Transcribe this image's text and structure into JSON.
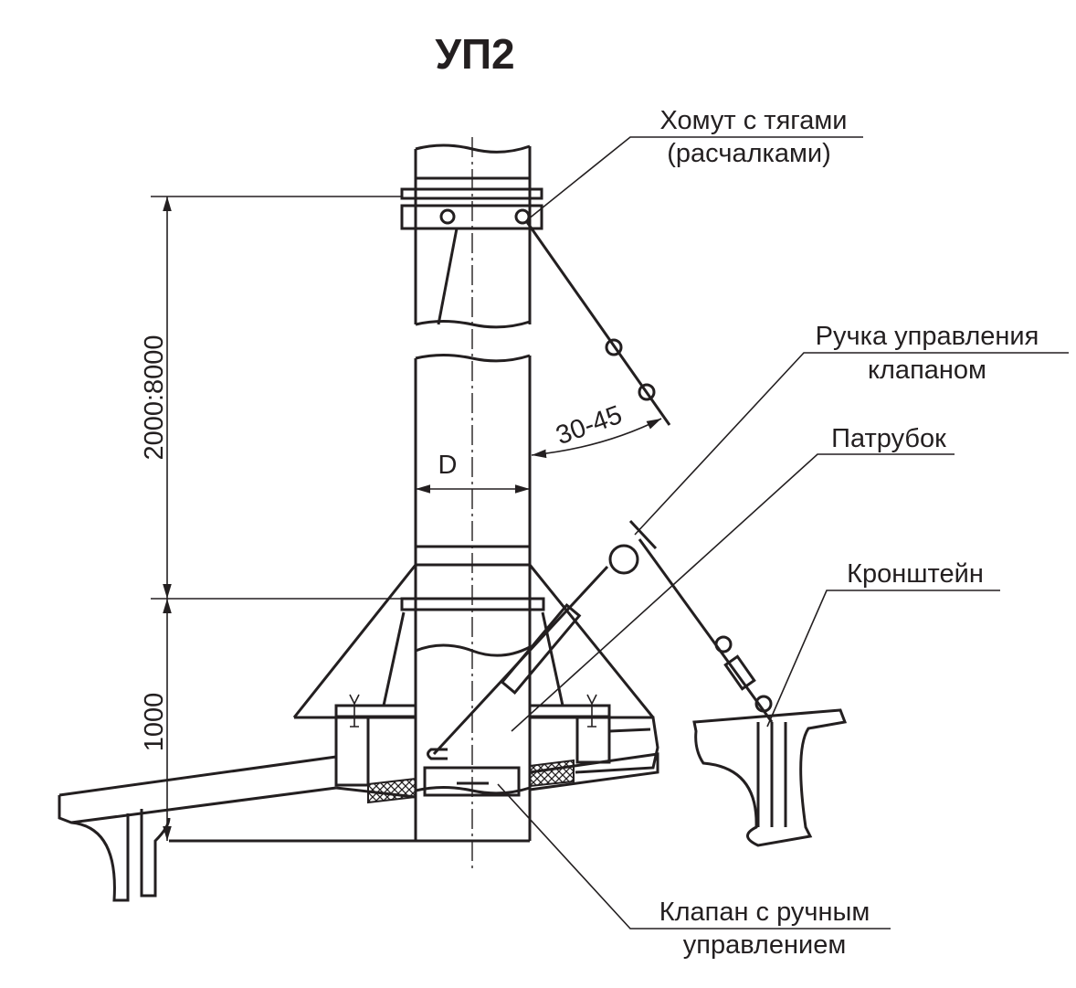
{
  "title": "УП2",
  "labels": {
    "clamp_line1": "Хомут с тягами",
    "clamp_line2": "(расчалками)",
    "handle_line1": "Ручка управления",
    "handle_line2": "клапаном",
    "branch_pipe": "Патрубок",
    "bracket": "Кронштейн",
    "valve_line1": "Клапан с ручным",
    "valve_line2": "управлением"
  },
  "dimensions": {
    "height_range": "2000:8000",
    "base_height": "1000",
    "angle": "30-45",
    "diameter": "D"
  }
}
